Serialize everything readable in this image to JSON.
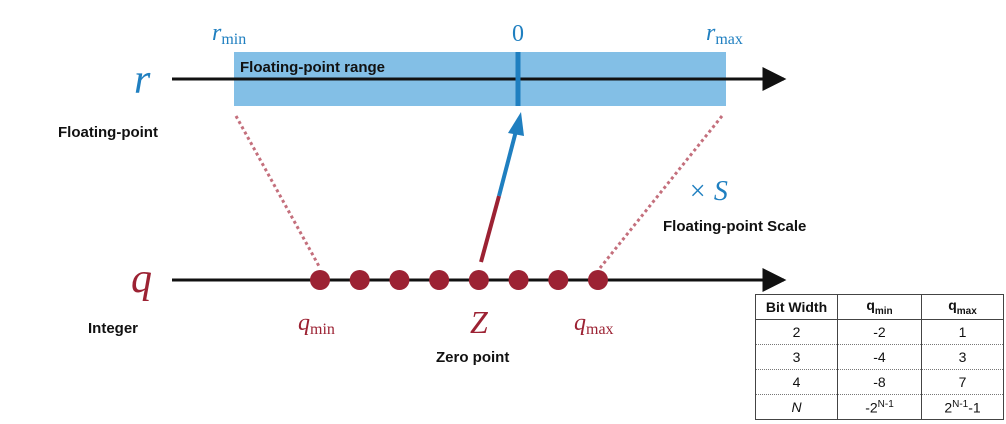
{
  "top_axis": {
    "variable": "r",
    "caption": "Floating-point",
    "range_label": "Floating-point range",
    "r_min": {
      "base": "r",
      "sub": "min"
    },
    "zero": "0",
    "r_max": {
      "base": "r",
      "sub": "max"
    }
  },
  "scale": {
    "symbol": "× S",
    "caption": "Floating-point Scale"
  },
  "bottom_axis": {
    "variable": "q",
    "caption": "Integer",
    "q_min": {
      "base": "q",
      "sub": "min"
    },
    "zero_point": "Z",
    "zero_point_caption": "Zero point",
    "q_max": {
      "base": "q",
      "sub": "max"
    },
    "dot_count": 8
  },
  "colors": {
    "blue": "#1f7fc0",
    "range_fill": "#83bfe6",
    "red": "#9c2233"
  },
  "table": {
    "headers": {
      "bit_width": "Bit Width",
      "qmin": {
        "base": "q",
        "sub": "min"
      },
      "qmax": {
        "base": "q",
        "sub": "max"
      }
    },
    "rows": [
      {
        "bits": "2",
        "qmin": "-2",
        "qmax": "1"
      },
      {
        "bits": "3",
        "qmin": "-4",
        "qmax": "3"
      },
      {
        "bits": "4",
        "qmin": "-8",
        "qmax": "7"
      }
    ],
    "formula_row": {
      "bits": "N",
      "qmin": {
        "prefix": "-2",
        "sup": "N-1",
        "suffix": ""
      },
      "qmax": {
        "prefix": "2",
        "sup": "N-1",
        "suffix": "-1"
      }
    }
  }
}
